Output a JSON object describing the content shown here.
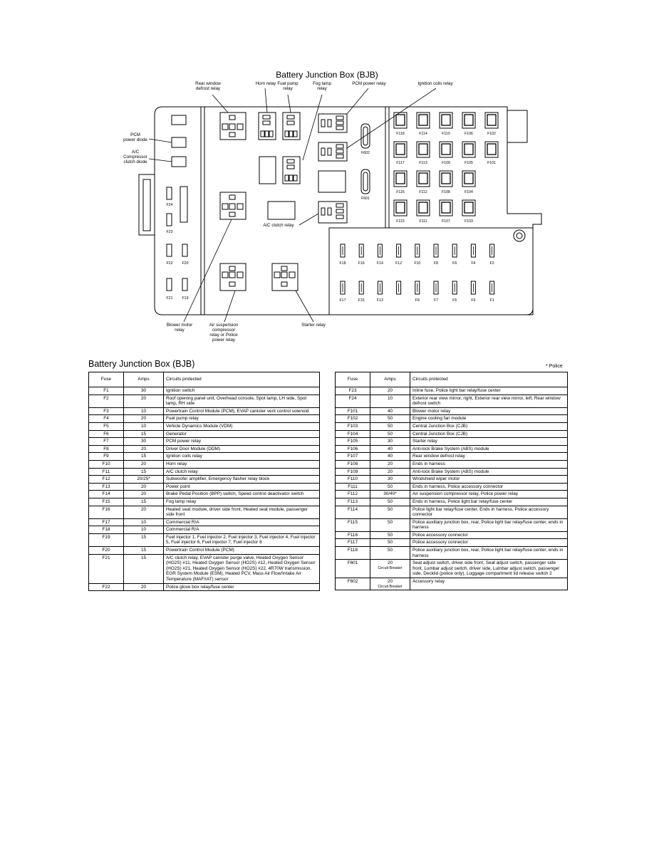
{
  "diagram": {
    "title": "Battery Junction Box (BJB)",
    "callouts": {
      "rear_window": "Rear window\ndefrost relay",
      "horn": "Horn relay",
      "fuel_pump": "Fuel pump\nrelay",
      "fog_lamp": "Fog lamp\nrelay",
      "pcm_power": "PCM power relay",
      "ignition_coils": "Ignition coils relay",
      "pcm_diode": "PCM\npower diode",
      "ac_diode": "A/C\nCompressor\nclutch diode",
      "ac_clutch": "A/C clutch relay",
      "blower": "Blower motor\nrelay",
      "air_susp": "Air suspension\ncompressor\nrelay or Police\npower relay",
      "starter": "Starter relay"
    },
    "big_fuses": [
      [
        "F118",
        "F114",
        "F110",
        "F106",
        "F102"
      ],
      [
        "F117",
        "F113",
        "F109",
        "F105",
        "F101"
      ],
      [
        "F116",
        "F112",
        "F108",
        "F104"
      ],
      [
        "F115",
        "F111",
        "F107",
        "F103"
      ]
    ],
    "mini_fuses_top": [
      "F18",
      "F16",
      "F14",
      "F12",
      "F10",
      "F8",
      "F6",
      "F4",
      "F2"
    ],
    "mini_fuses_bottom": [
      "F17",
      "F15",
      "F13",
      "",
      "F9",
      "F7",
      "F5",
      "F3",
      "F1"
    ],
    "left_fuses": [
      "F24",
      "F23",
      "F22",
      "F20",
      "F21",
      "F19"
    ],
    "breakers": [
      "F602",
      "F601"
    ]
  },
  "section_title": "Battery Junction Box (BJB)",
  "police_note": "* Police",
  "headers": {
    "fuse": "Fuse",
    "amps": "Amps",
    "circuits": "Circuits protected"
  },
  "left_table": [
    {
      "fuse": "F1",
      "amps": "30",
      "circuit": "Ignition switch"
    },
    {
      "fuse": "F2",
      "amps": "20",
      "circuit": "Roof opening panel unit, Overhead console, Spot lamp, LH side, Spot lamp, RH side"
    },
    {
      "fuse": "F3",
      "amps": "10",
      "circuit": "Powertrain Control Module (PCM), EVAP canister vent control solenoid"
    },
    {
      "fuse": "F4",
      "amps": "20",
      "circuit": "Fuel pump relay"
    },
    {
      "fuse": "F5",
      "amps": "10",
      "circuit": "Vehicle Dynamics Module (VDM)"
    },
    {
      "fuse": "F6",
      "amps": "15",
      "circuit": "Generator"
    },
    {
      "fuse": "F7",
      "amps": "30",
      "circuit": "PCM power relay"
    },
    {
      "fuse": "F8",
      "amps": "20",
      "circuit": "Driver Door Module (DDM)"
    },
    {
      "fuse": "F9",
      "amps": "15",
      "circuit": "Ignition coils relay"
    },
    {
      "fuse": "F10",
      "amps": "20",
      "circuit": "Horn relay"
    },
    {
      "fuse": "F11",
      "amps": "15",
      "circuit": "A/C clutch relay"
    },
    {
      "fuse": "F12",
      "amps": "20/25*",
      "circuit": "Subwoofer amplifier, Emergency flasher relay block"
    },
    {
      "fuse": "F13",
      "amps": "20",
      "circuit": "Power point"
    },
    {
      "fuse": "F14",
      "amps": "20",
      "circuit": "Brake Pedal Position (BPP) switch, Speed control deactivator switch"
    },
    {
      "fuse": "F15",
      "amps": "15",
      "circuit": "Fog lamp relay"
    },
    {
      "fuse": "F16",
      "amps": "20",
      "circuit": "Heated seat module, driver side front, Heated seat module, passenger side front"
    },
    {
      "fuse": "F17",
      "amps": "10",
      "circuit": "Commercial R/A"
    },
    {
      "fuse": "F18",
      "amps": "10",
      "circuit": "Commercial R/A"
    },
    {
      "fuse": "F19",
      "amps": "15",
      "circuit": "Fuel injector 1, Fuel injector 2, Fuel injector 3, Fuel injector 4, Fuel injector 5, Fuel injector 6, Fuel injector 7, Fuel injector 8"
    },
    {
      "fuse": "F20",
      "amps": "15",
      "circuit": "Powertrain Control Module (PCM)"
    },
    {
      "fuse": "F21",
      "amps": "15",
      "circuit": "A/C clutch relay, EVAP canister purge valve, Heated Oxygen Sensor (HO2S) #11, Heated Oxygen Sensor (HO2S) #12, Heated Oxygen Sensor (HO2S) #21, Heated Oxygen Sensor (HO2S) #22, 4R70W transmission, EGR System Module (ESM), Heated PCV, Mass Air Flow/Intake Air Temperature (MAF/IAT) sensor"
    },
    {
      "fuse": "F22",
      "amps": "20",
      "circuit": "Police glove box relay/fuse center"
    }
  ],
  "right_table": [
    {
      "fuse": "F23",
      "amps": "20",
      "amps_note": "",
      "circuit": "Inline fuse, Police light bar relay/fuse center"
    },
    {
      "fuse": "F24",
      "amps": "10",
      "amps_note": "",
      "circuit": "Exterior rear view mirror, right, Exterior rear view mirror, left, Rear window defrost switch"
    },
    {
      "fuse": "F101",
      "amps": "40",
      "amps_note": "",
      "circuit": "Blower motor relay"
    },
    {
      "fuse": "F102",
      "amps": "50",
      "amps_note": "",
      "circuit": "Engine cooling fan module"
    },
    {
      "fuse": "F103",
      "amps": "50",
      "amps_note": "",
      "circuit": "Central Junction Box (CJB)"
    },
    {
      "fuse": "F104",
      "amps": "50",
      "amps_note": "",
      "circuit": "Central Junction Box (CJB)"
    },
    {
      "fuse": "F105",
      "amps": "30",
      "amps_note": "",
      "circuit": "Starter relay"
    },
    {
      "fuse": "F106",
      "amps": "40",
      "amps_note": "",
      "circuit": "Anti-lock Brake System (ABS) module"
    },
    {
      "fuse": "F107",
      "amps": "40",
      "amps_note": "",
      "circuit": "Rear window defrost relay"
    },
    {
      "fuse": "F108",
      "amps": "20",
      "amps_note": "",
      "circuit": "Ends in harness"
    },
    {
      "fuse": "F109",
      "amps": "20",
      "amps_note": "",
      "circuit": "Anti-lock Brake System (ABS) module"
    },
    {
      "fuse": "F110",
      "amps": "30",
      "amps_note": "",
      "circuit": "Windshield wiper motor"
    },
    {
      "fuse": "F111",
      "amps": "50",
      "amps_note": "",
      "circuit": "Ends in harness, Police accessory connector"
    },
    {
      "fuse": "F112",
      "amps": "30/40*",
      "amps_note": "",
      "circuit": "Air suspension compressor relay, Police power relay"
    },
    {
      "fuse": "F113",
      "amps": "50",
      "amps_note": "",
      "circuit": "Ends in harness, Police light bar relay/fuse center"
    },
    {
      "fuse": "F114",
      "amps": "50",
      "amps_note": "",
      "circuit": "Police light bar relay/fuse center, Ends in harness, Police accessory connector"
    },
    {
      "fuse": "F115",
      "amps": "50",
      "amps_note": "",
      "circuit": "Police auxiliary junction box, rear, Police light bar relay/fuse center, ends in harness"
    },
    {
      "fuse": "F116",
      "amps": "50",
      "amps_note": "",
      "circuit": "Police accessory connector"
    },
    {
      "fuse": "F117",
      "amps": "50",
      "amps_note": "",
      "circuit": "Police accessory connector"
    },
    {
      "fuse": "F118",
      "amps": "50",
      "amps_note": "",
      "circuit": "Police auxiliary junction box, rear, Police light bar relay/fuse center, ends in harness"
    },
    {
      "fuse": "F601",
      "amps": "20",
      "amps_note": "Circuit Breaker",
      "circuit": "Seat adjust switch, driver side front, Seat adjust switch, passenger side front, Lumbar adjust switch, driver side, Lumbar adjust switch, passenger side, Decklid (police only), Luggage compartment lid release switch 2"
    },
    {
      "fuse": "F602",
      "amps": "20",
      "amps_note": "Circuit Breaker",
      "circuit": "Accessory relay"
    }
  ]
}
